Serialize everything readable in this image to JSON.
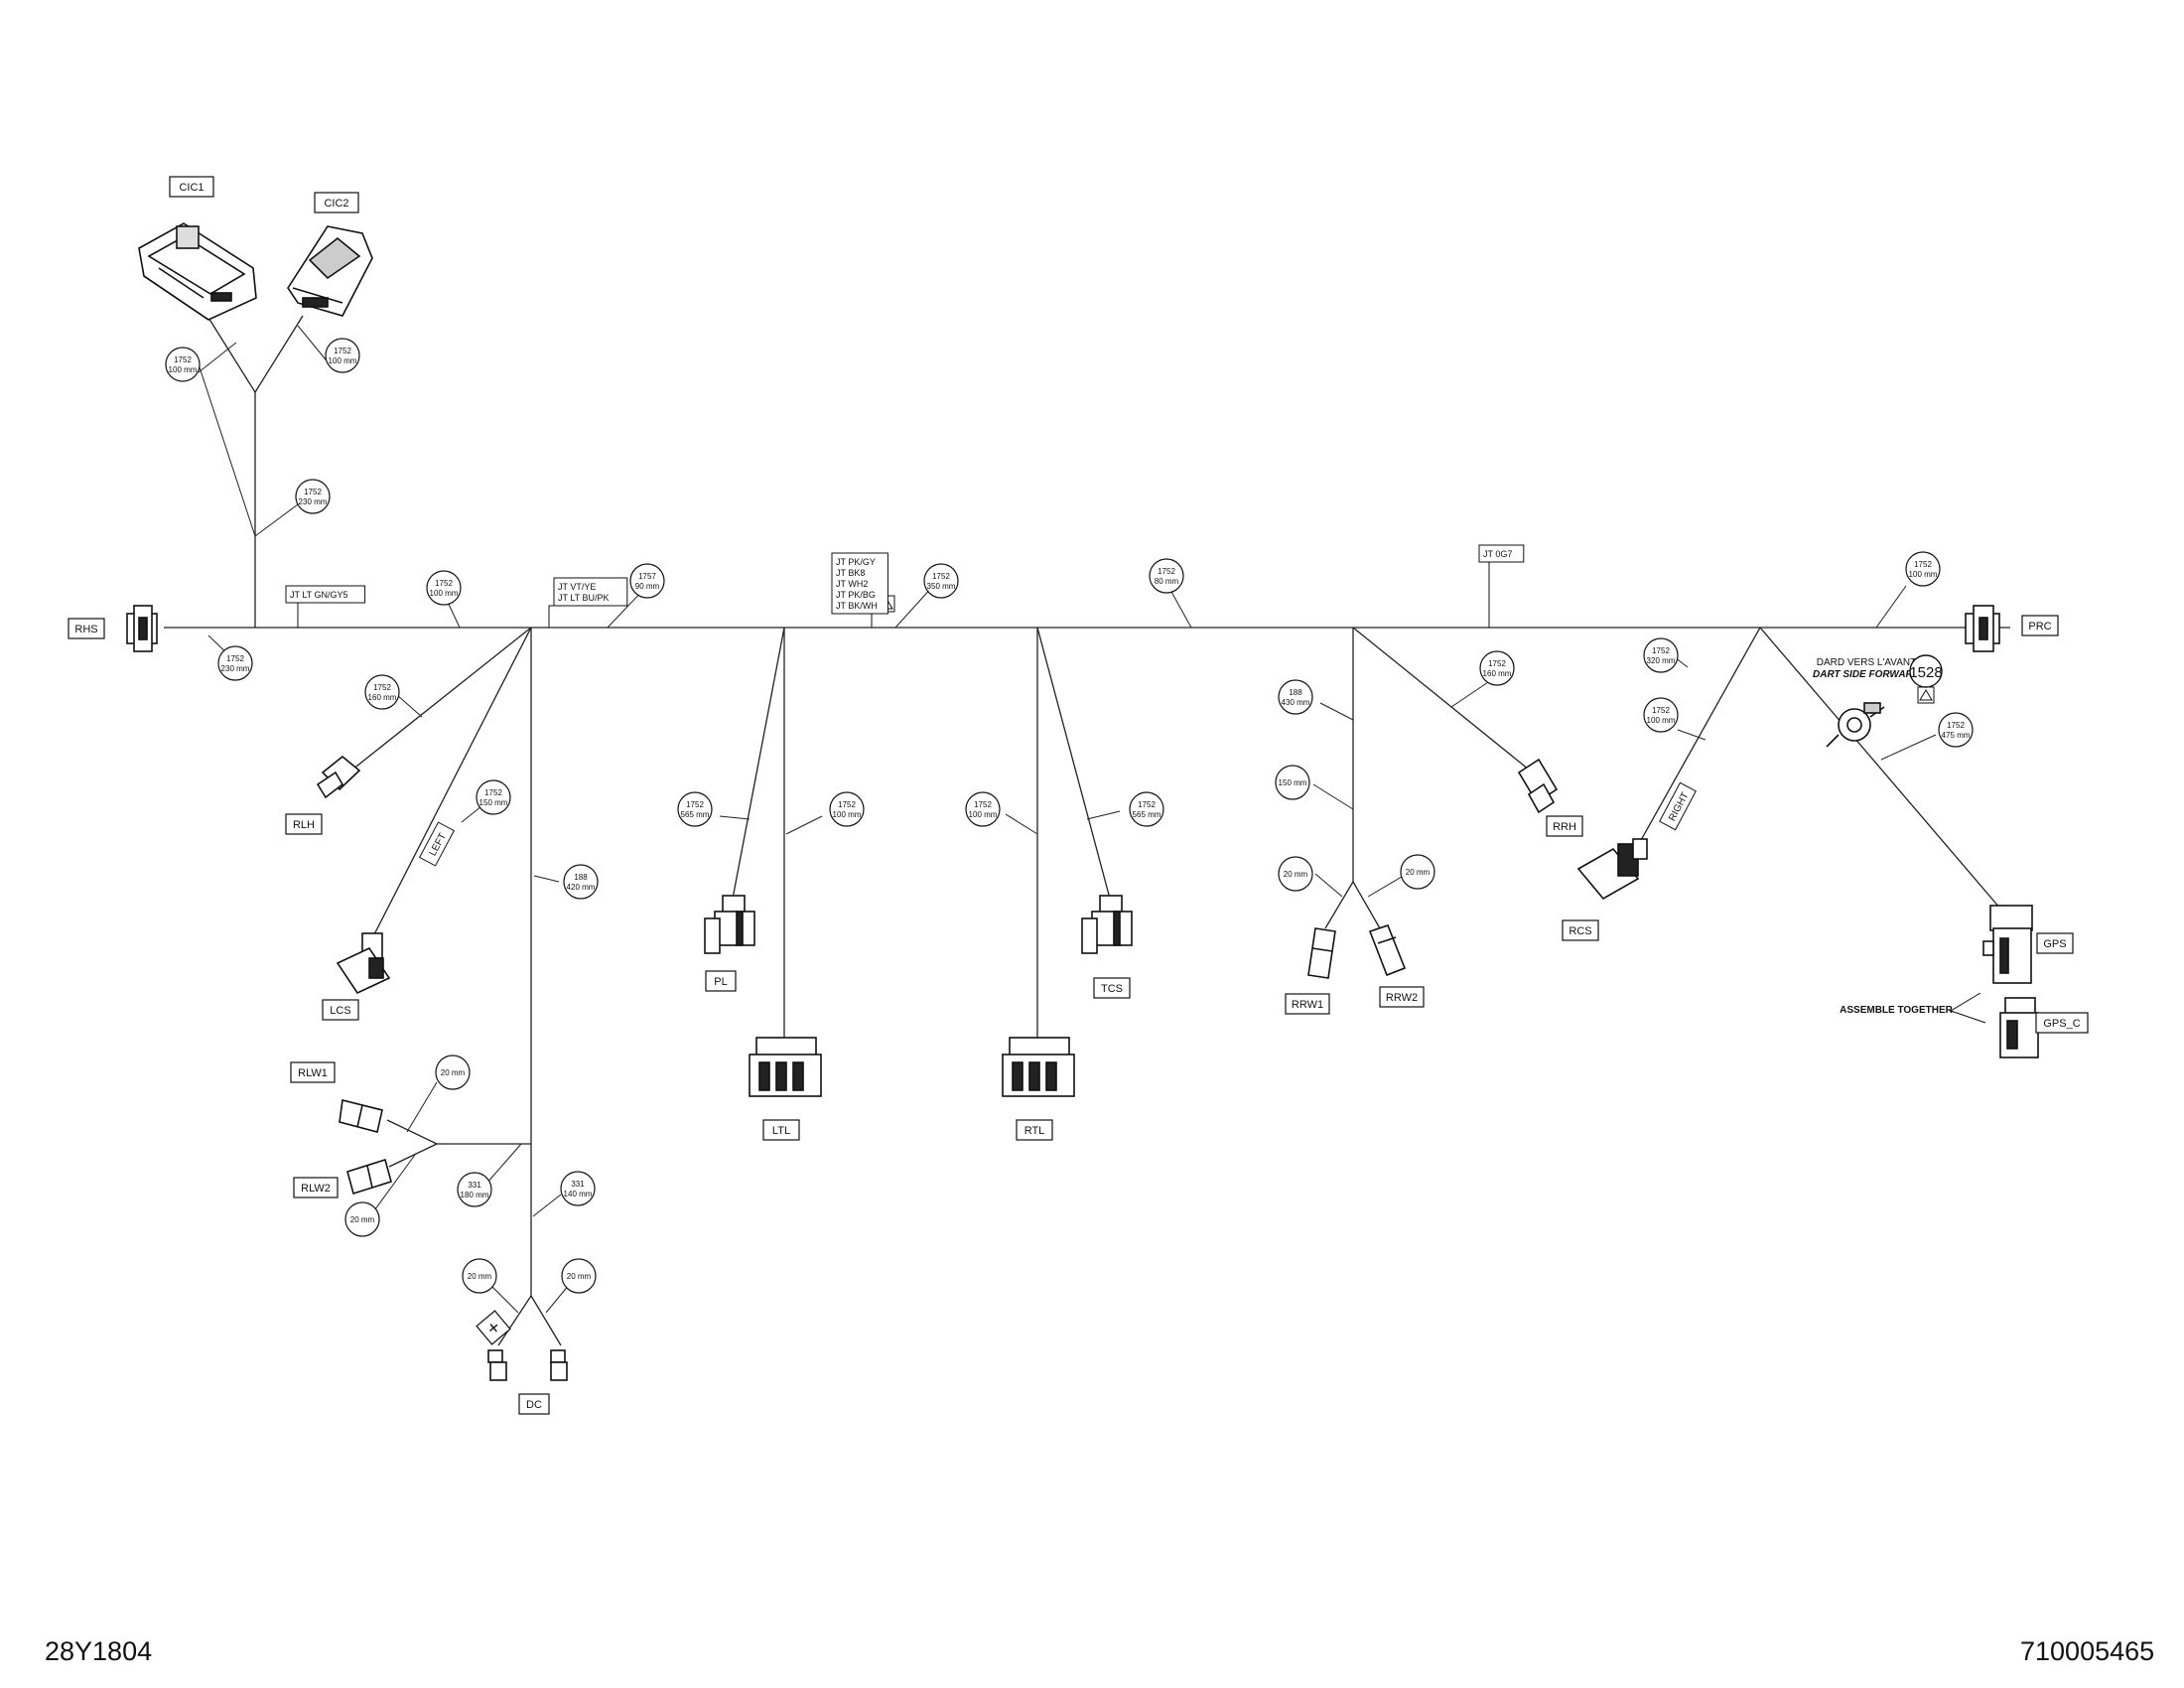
{
  "footer": {
    "left": "28Y1804",
    "right": "710005465"
  },
  "connectors": {
    "CIC1": "CIC1",
    "CIC2": "CIC2",
    "RHS": "RHS",
    "PRC": "PRC",
    "RLH": "RLH",
    "LCS": "LCS",
    "PL": "PL",
    "LTL": "LTL",
    "TCS": "TCS",
    "RTL": "RTL",
    "RRW1": "RRW1",
    "RRW2": "RRW2",
    "RRH": "RRH",
    "RCS": "RCS",
    "GPS": "GPS",
    "GPS_C": "GPS_C",
    "RLW1": "RLW1",
    "RLW2": "RLW2",
    "DC": "DC"
  },
  "splices": {
    "sp1": [
      "JT LT GN/GY5"
    ],
    "sp2": [
      "JT VT/YE",
      "JT LT BU/PK"
    ],
    "sp3": [
      "JT PK/GY",
      "JT BK8",
      "JT WH2",
      "JT PK/BG",
      "JT BK/WH"
    ],
    "sp4": [
      "JT 0G7"
    ]
  },
  "wire_tags": {
    "left": "LEFT",
    "right": "RIGHT",
    "assemble": "ASSEMBLE TOGETHER",
    "dart_fr": "DARD VERS L'AVANT",
    "dart_en": "DART SIDE FORWARD",
    "ref_1528": "1528",
    "warn": "⚠"
  },
  "callouts": {
    "c01": [
      "1752",
      "100 mm"
    ],
    "c02": [
      "1752",
      "100 mm"
    ],
    "c03": [
      "1752",
      "230 mm"
    ],
    "c04": [
      "1752",
      "230 mm"
    ],
    "c05": [
      "1752",
      "100 mm"
    ],
    "c06": [
      "1757",
      "90 mm"
    ],
    "c07": [
      "1752",
      "350 mm"
    ],
    "c08": [
      "1752",
      "80 mm"
    ],
    "c09": [
      "1752",
      "100 mm"
    ],
    "c10": [
      "1752",
      "160 mm"
    ],
    "c11": [
      "1752",
      "150 mm"
    ],
    "c12": [
      "188",
      "420 mm"
    ],
    "c13": [
      "1752",
      "565 mm"
    ],
    "c14": [
      "1752",
      "100 mm"
    ],
    "c15": [
      "1752",
      "100 mm"
    ],
    "c16": [
      "1752",
      "565 mm"
    ],
    "c17": [
      "188",
      "430 mm"
    ],
    "c18": [
      "150 mm"
    ],
    "c19": [
      "20 mm"
    ],
    "c20": [
      "20 mm"
    ],
    "c21": [
      "1752",
      "160 mm"
    ],
    "c22": [
      "1752",
      "320 mm"
    ],
    "c23": [
      "1752",
      "100 mm"
    ],
    "c24": [
      "1752",
      "475 mm"
    ],
    "c25": [
      "20 mm"
    ],
    "c26": [
      "20 mm"
    ],
    "c27": [
      "331",
      "180 mm"
    ],
    "c28": [
      "331",
      "140 mm"
    ],
    "c29": [
      "20 mm"
    ],
    "c30": [
      "20 mm"
    ]
  }
}
